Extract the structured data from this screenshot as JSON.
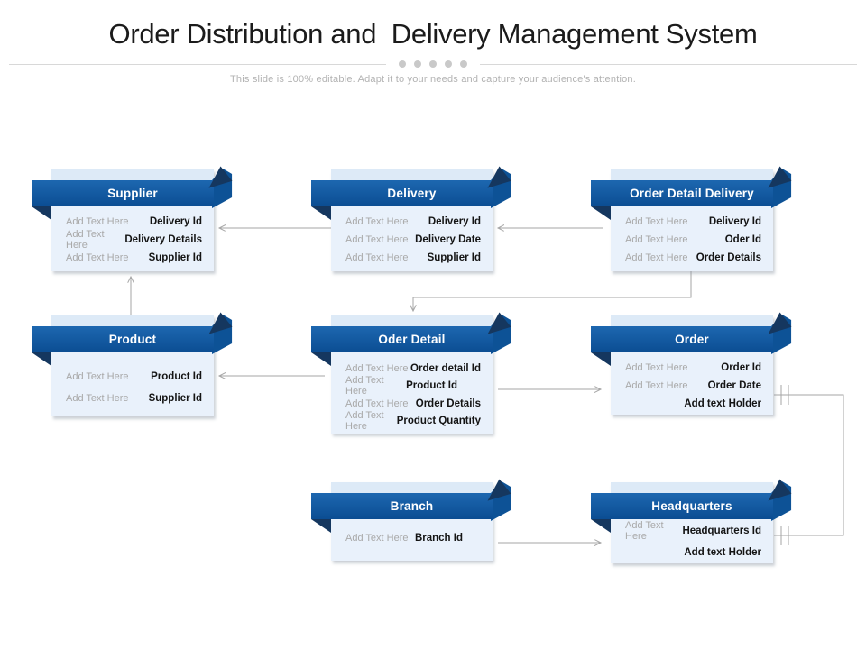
{
  "slide": {
    "title": "Order Distribution and  Delivery Management System",
    "subtitle": "This slide is 100% editable. Adapt it to your needs and capture your audience's attention.",
    "divider_dot_count": 5
  },
  "colors": {
    "banner_blue": "#0d5296",
    "fold_navy": "#15375f",
    "body_light_blue": "#e9f1fb",
    "connector_gray": "#a6a6a6",
    "placeholder_gray": "#a9a9a9",
    "field_black": "#141414"
  },
  "entities": [
    {
      "id": "supplier",
      "title": "Supplier",
      "rows": [
        {
          "label": "Add Text Here",
          "field": "Delivery Id"
        },
        {
          "label": "Add Text Here",
          "field": "Delivery Details"
        },
        {
          "label": "Add Text Here",
          "field": "Supplier Id"
        }
      ]
    },
    {
      "id": "delivery",
      "title": "Delivery",
      "rows": [
        {
          "label": "Add Text Here",
          "field": "Delivery Id"
        },
        {
          "label": "Add Text Here",
          "field": "Delivery Date"
        },
        {
          "label": "Add Text Here",
          "field": "Supplier Id"
        }
      ]
    },
    {
      "id": "order-detail-delivery",
      "title": "Order Detail Delivery",
      "rows": [
        {
          "label": "Add Text Here",
          "field": "Delivery Id"
        },
        {
          "label": "Add Text Here",
          "field": "Oder Id"
        },
        {
          "label": "Add Text Here",
          "field": "Order Details"
        }
      ]
    },
    {
      "id": "product",
      "title": "Product",
      "rows": [
        {
          "label": "Add Text Here",
          "field": "Product Id"
        },
        {
          "label": "Add Text Here",
          "field": "Supplier Id"
        }
      ]
    },
    {
      "id": "oder-detail",
      "title": "Oder Detail",
      "rows": [
        {
          "label": "Add Text Here",
          "field": "Order detail Id"
        },
        {
          "label": "Add Text Here",
          "field": "Product Id"
        },
        {
          "label": "Add Text Here",
          "field": "Order Details"
        },
        {
          "label": "Add Text Here",
          "field": "Product Quantity"
        }
      ]
    },
    {
      "id": "order",
      "title": "Order",
      "rows": [
        {
          "label": "Add Text Here",
          "field": "Order Id"
        },
        {
          "label": "Add Text Here",
          "field": "Order Date"
        },
        {
          "label": "",
          "field": "Add text Holder"
        }
      ]
    },
    {
      "id": "branch",
      "title": "Branch",
      "rows": [
        {
          "label": "Add Text Here",
          "field": "Branch Id"
        }
      ]
    },
    {
      "id": "headquarters",
      "title": "Headquarters",
      "rows": [
        {
          "label": "Add Text Here",
          "field": "Headquarters Id"
        },
        {
          "label": "",
          "field": "Add text Holder"
        }
      ]
    }
  ],
  "connections": [
    {
      "from": "Delivery",
      "to": "Supplier",
      "style": "arrow"
    },
    {
      "from": "Order Detail Delivery",
      "to": "Delivery",
      "style": "arrow"
    },
    {
      "from": "Product",
      "to": "Supplier",
      "style": "arrow"
    },
    {
      "from": "Order Detail Delivery",
      "to": "Oder Detail",
      "style": "elbow-arrow"
    },
    {
      "from": "Oder Detail",
      "to": "Product",
      "style": "arrow"
    },
    {
      "from": "Oder Detail",
      "to": "Order",
      "style": "arrow"
    },
    {
      "from": "Branch",
      "to": "Headquarters",
      "style": "arrow"
    },
    {
      "from": "Order",
      "to": "Headquarters",
      "style": "side-loop-double-tick"
    }
  ]
}
